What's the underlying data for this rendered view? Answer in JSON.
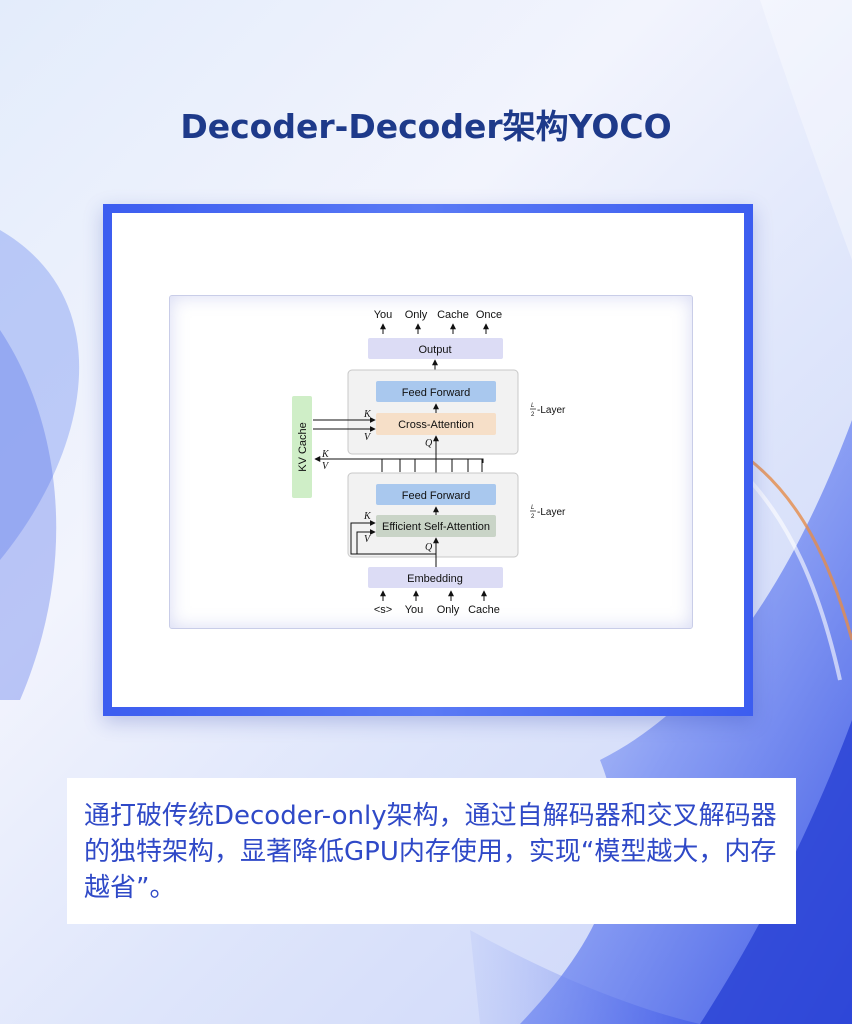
{
  "title": "Decoder-Decoder架构YOCO",
  "diagram": {
    "output_tokens": [
      "You",
      "Only",
      "Cache",
      "Once"
    ],
    "input_tokens": [
      "<s>",
      "You",
      "Only",
      "Cache"
    ],
    "output_label": "Output",
    "embedding_label": "Embedding",
    "kv_cache_label": "KV Cache",
    "upper_block": {
      "feed_forward": "Feed Forward",
      "attention": "Cross-Attention",
      "layer_suffix": "-Layer"
    },
    "lower_block": {
      "feed_forward": "Feed Forward",
      "attention": "Efficient Self-Attention",
      "layer_suffix": "-Layer"
    },
    "layer_fraction": {
      "numerator": "L",
      "denominator": "2"
    },
    "symbols": {
      "k": "K",
      "v": "V",
      "q": "Q"
    },
    "colors": {
      "output_box": "#dcdcf5",
      "feed_forward_box": "#a9c8ee",
      "cross_attention_box": "#f6dfc8",
      "self_attention_box": "#c9d4c7",
      "kv_cache_box": "#cfeec7",
      "block_bg": "#f2f2f2"
    }
  },
  "caption": "通打破传统Decoder-only架构，通过自解码器和交叉解码器的独特架构，显著降低GPU内存使用，实现“模型越大，内存越省”。"
}
